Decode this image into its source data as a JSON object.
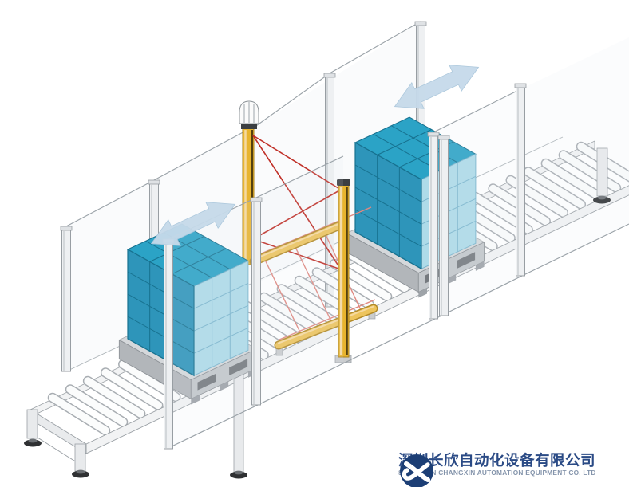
{
  "company": {
    "name_zh": "深圳长欣自动化设备有限公司",
    "name_en": "SHENZHEN CHANGXIN AUTOMATION EQUIPMENT CO. LTD"
  },
  "logo": {
    "icon": "changxin-x-ribbon-icon"
  },
  "scene": {
    "type": "isometric-technical-illustration",
    "elements": [
      "roller-conveyor",
      "conveyor-leveling-feet",
      "pallet-load-left",
      "pallet-load-right",
      "light-curtain-emitter-post",
      "signal-beacon",
      "light-curtain-receiver-post",
      "infrared-beams",
      "muting-sensor-bars",
      "muting-beams",
      "safety-fence-rear",
      "safety-fence-front",
      "glass-panels",
      "direction-arrow-left",
      "direction-arrow-right"
    ]
  },
  "colors": {
    "background": "#ffffff",
    "box_top": "#2ba3c6",
    "box_end": "#2e95ba",
    "box_front": "#aedbe9",
    "box_line": "#17718f",
    "box_line_front": "#7ab5cd",
    "safety_yellow": "#e8b42e",
    "safety_yellow_light": "#f6daa0",
    "beam_red": "#c03028",
    "beam_pink": "#e08880",
    "arrow_blue": "#c6daea",
    "metal_light": "#f2f3f4",
    "metal_line": "#9aa0a5",
    "glass_line": "#9aa2a8",
    "pallet_grey": "#c3c7cb",
    "pallet_dark": "#b2b6ba",
    "pallet_top": "#d5d8db",
    "pocket_dark": "#75797e",
    "roller_edge": "#a8adb2",
    "foot_dark": "#2f3133",
    "logo_navy": "#1c3e75",
    "text_navy": "#2a4a85",
    "text_grey_blue": "#8494ab"
  }
}
